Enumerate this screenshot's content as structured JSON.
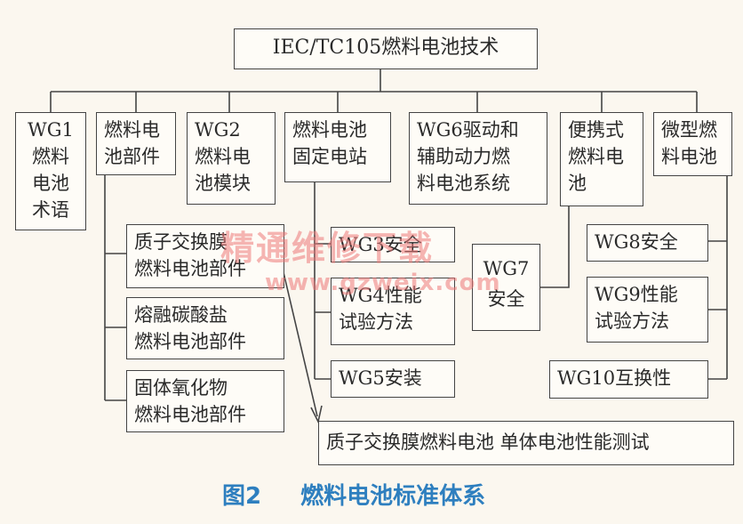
{
  "root": "IEC/TC105燃料电池技术",
  "top_level": {
    "wg1": "WG1\n燃料\n电池\n术语",
    "fuel_cell_components": "燃料电\n池部件",
    "wg2": "WG2\n燃料电\n池模块",
    "stationary": "燃料电池\n固定电站",
    "wg6": "WG6驱动和\n辅助动力燃\n料电池系统",
    "portable": "便携式\n燃料电\n池",
    "micro": "微型燃\n料电池"
  },
  "components": {
    "pem": "质子交换膜\n燃料电池部件",
    "mcfc": "熔融碳酸盐\n燃料电池部件",
    "sofc": "固体氧化物\n燃料电池部件"
  },
  "stationary_children": {
    "wg3": "WG3安全",
    "wg4": "WG4性能\n试验方法",
    "wg5": "WG5安装"
  },
  "portable_children": {
    "wg7": "WG7\n安全"
  },
  "micro_children": {
    "wg8": "WG8安全",
    "wg9": "WG9性能\n试验方法",
    "wg10": "WG10互换性"
  },
  "pem_single_cell": "质子交换膜燃料电池 单体电池性能测试",
  "watermark": {
    "text": "精通维修下载",
    "url": "www.gzweix.com",
    "color": "#ec7878"
  },
  "caption": {
    "label": "图2",
    "title": "燃料电池标准体系",
    "color": "#2e7fbf"
  }
}
